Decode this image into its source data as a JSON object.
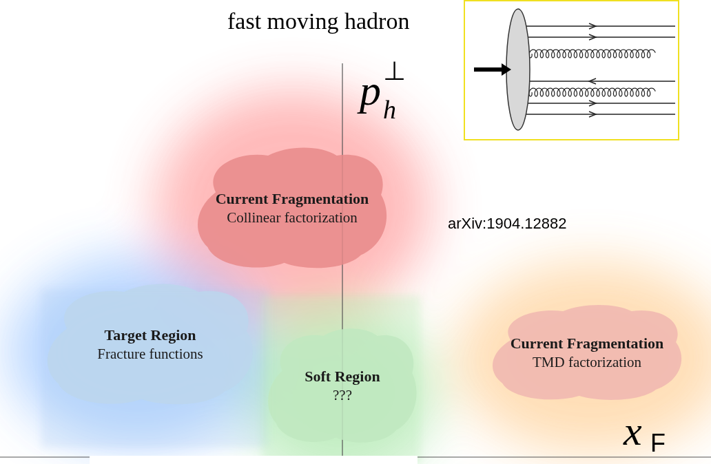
{
  "diagram": {
    "title": "fast moving hadron",
    "nodes": [
      {
        "text": [
          "Current Fragmentation",
          "Collinear factorization"
        ]
      },
      {
        "text": [
          "Target Region",
          "Fracture functions"
        ]
      },
      {
        "text": [
          "Soft Region",
          "???"
        ]
      },
      {
        "text": [
          "Current Fragmentation",
          "TMD factorization"
        ]
      }
    ],
    "labels": [
      "p",
      "⊥",
      "h",
      "x",
      "F",
      "arXiv:1904.12882"
    ]
  }
}
